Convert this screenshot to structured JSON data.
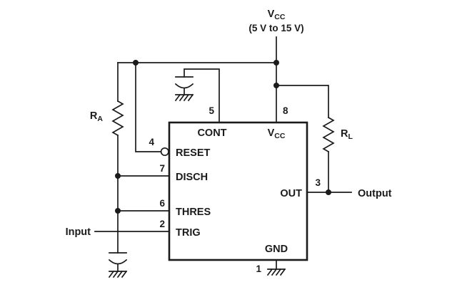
{
  "power": {
    "name_main": "V",
    "name_sub": "CC",
    "range": "(5 V to 15 V)"
  },
  "ic": {
    "pins": {
      "cont": {
        "number": "5",
        "label": "CONT"
      },
      "vcc": {
        "number": "8",
        "label_main": "V",
        "label_sub": "CC"
      },
      "reset": {
        "number": "4",
        "label": "RESET"
      },
      "disch": {
        "number": "7",
        "label": "DISCH"
      },
      "thres": {
        "number": "6",
        "label": "THRES"
      },
      "trig": {
        "number": "2",
        "label": "TRIG"
      },
      "out": {
        "number": "3",
        "label": "OUT"
      },
      "gnd": {
        "number": "1",
        "label": "GND"
      }
    }
  },
  "components": {
    "ra": {
      "name_main": "R",
      "name_sub": "A"
    },
    "rl": {
      "name_main": "R",
      "name_sub": "L"
    }
  },
  "io": {
    "input": "Input",
    "output": "Output"
  },
  "colors": {
    "line": "#1b1b1b",
    "background": "#ffffff"
  }
}
